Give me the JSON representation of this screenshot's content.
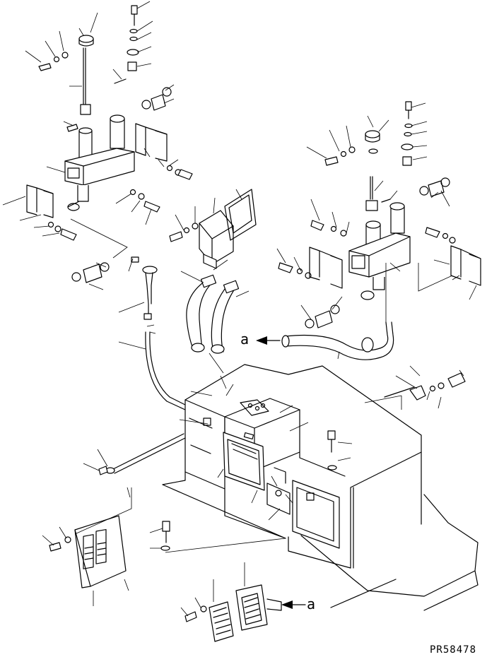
{
  "ref_labels": {
    "left": "a",
    "bottom": "a"
  },
  "drawing_code": "PR58478"
}
